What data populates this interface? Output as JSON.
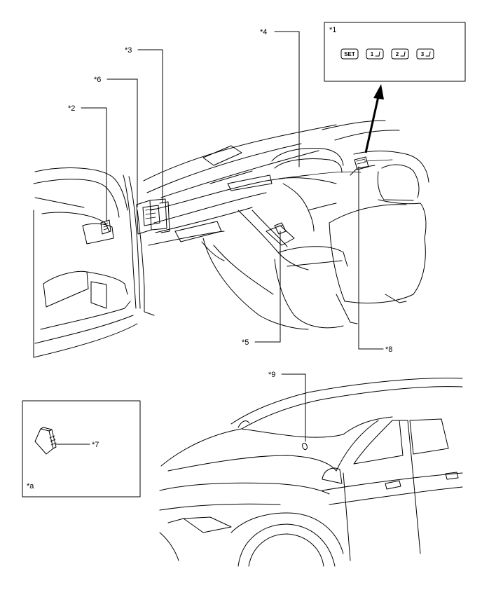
{
  "callouts": {
    "c1": "*1",
    "c2": "*2",
    "c3": "*3",
    "c4": "*4",
    "c5": "*5",
    "c6": "*6",
    "c7": "*7",
    "c8": "*8",
    "c9": "*9",
    "ca": "*a"
  },
  "switch_panel": {
    "keys": [
      "SET",
      "1",
      "2",
      "3"
    ]
  }
}
